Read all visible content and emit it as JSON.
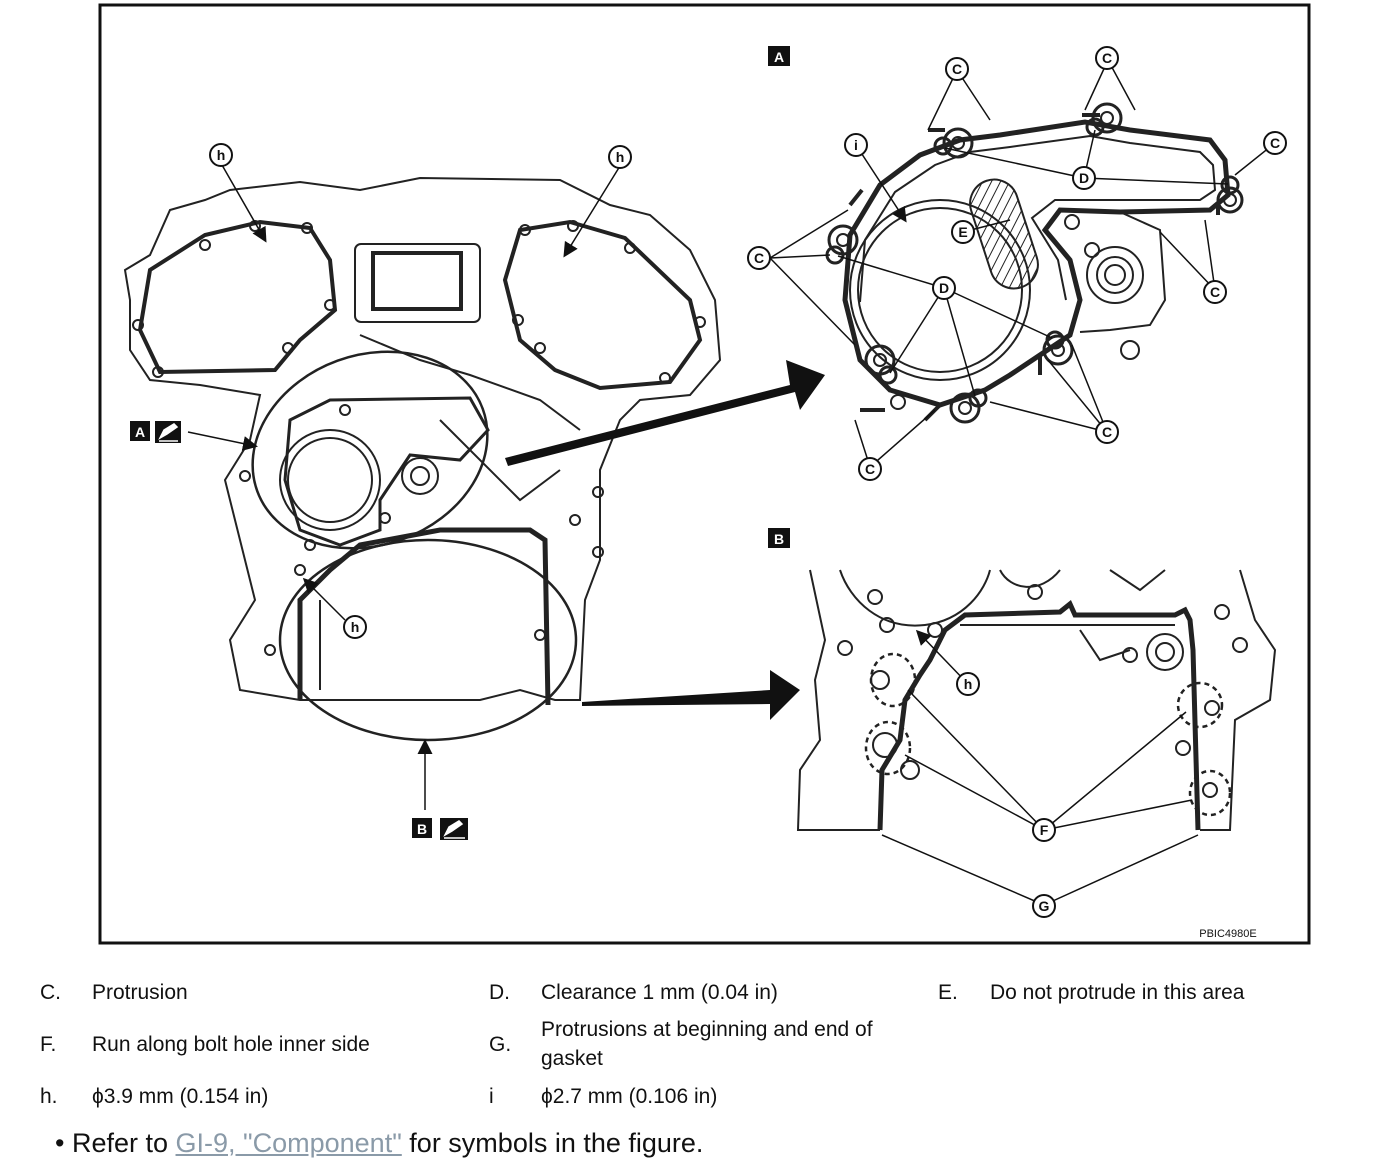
{
  "figure": {
    "code": "PBIC4980E",
    "view_a": "A",
    "view_b": "B",
    "callouts": {
      "C": "C",
      "D": "D",
      "E": "E",
      "F": "F",
      "G": "G",
      "h": "h",
      "i": "i"
    }
  },
  "legend": [
    {
      "key": "C.",
      "text": "Protrusion"
    },
    {
      "key": "D.",
      "text": "Clearance 1 mm (0.04 in)"
    },
    {
      "key": "E.",
      "text": "Do not protrude in this area"
    },
    {
      "key": "F.",
      "text": "Run along bolt hole inner side"
    },
    {
      "key": "G.",
      "text": "Protrusions at beginning and end of gasket"
    },
    {
      "key": "h.",
      "text": "ϕ3.9 mm (0.154 in)"
    },
    {
      "key": "i",
      "text": "ϕ2.7 mm (0.106 in)"
    }
  ],
  "note": {
    "bullet": "•",
    "prefix": "Refer to ",
    "link": "GI-9, \"Component\"",
    "suffix": " for symbols in the figure."
  }
}
